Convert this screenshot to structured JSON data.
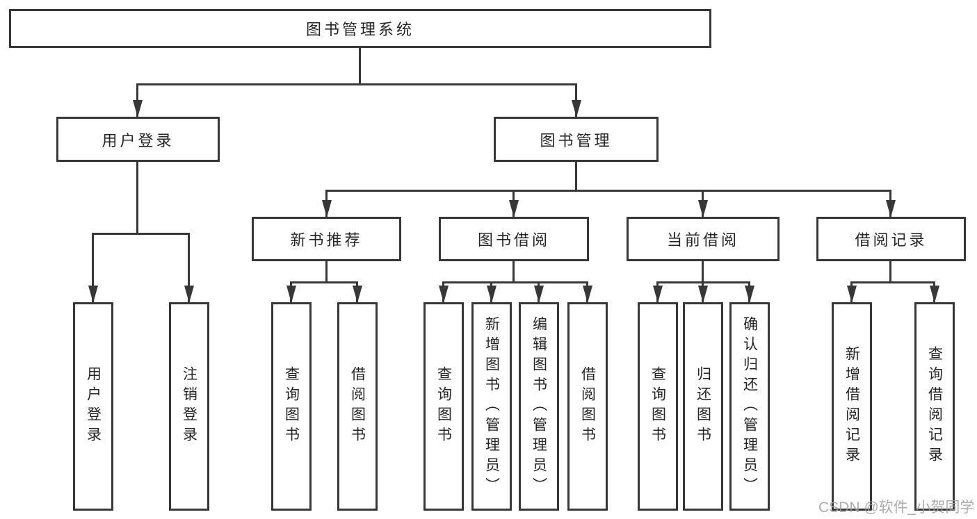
{
  "diagram": {
    "root": {
      "label": "图书管理系统"
    },
    "level2": [
      {
        "label": "用户登录",
        "children": [
          {
            "label": "用户登录"
          },
          {
            "label": "注销登录"
          }
        ]
      },
      {
        "label": "图书管理",
        "sub": [
          {
            "label": "新书推荐",
            "children": [
              {
                "label": "查询图书"
              },
              {
                "label": "借阅图书"
              }
            ]
          },
          {
            "label": "图书借阅",
            "children": [
              {
                "label": "查询图书"
              },
              {
                "label": "新增图书（管理员）"
              },
              {
                "label": "编辑图书（管理员）"
              },
              {
                "label": "借阅图书"
              }
            ]
          },
          {
            "label": "当前借阅",
            "children": [
              {
                "label": "查询图书"
              },
              {
                "label": "归还图书"
              },
              {
                "label": "确认归还（管理员）"
              }
            ]
          },
          {
            "label": "借阅记录",
            "children": [
              {
                "label": "新增借阅记录"
              },
              {
                "label": "查询借阅记录"
              }
            ]
          }
        ]
      }
    ]
  },
  "watermark": "CSDN @软件_小贺同学",
  "colors": {
    "line": "#373737",
    "text": "#252525",
    "background": "#ffffff",
    "watermark": "#9e9e9e"
  }
}
